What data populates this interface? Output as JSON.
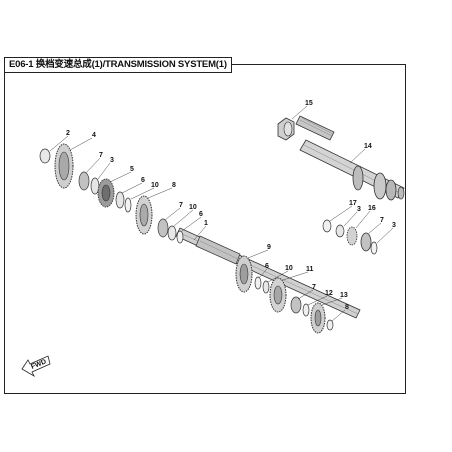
{
  "title": "E06-1 换档变速总成(1)/TRANSMISSION SYSTEM(1)",
  "arrow_label": "FWD",
  "colors": {
    "line": "#333333",
    "gear_fill": "#d6d6d6",
    "gear_dark": "#8a8a8a",
    "shaft_fill": "#c8c8c8"
  },
  "callouts": [
    "2",
    "4",
    "7",
    "3",
    "5",
    "6",
    "10",
    "8",
    "7",
    "10",
    "6",
    "1",
    "9",
    "6",
    "10",
    "11",
    "7",
    "12",
    "13",
    "8",
    "15",
    "14",
    "17",
    "3",
    "16",
    "7",
    "3"
  ]
}
